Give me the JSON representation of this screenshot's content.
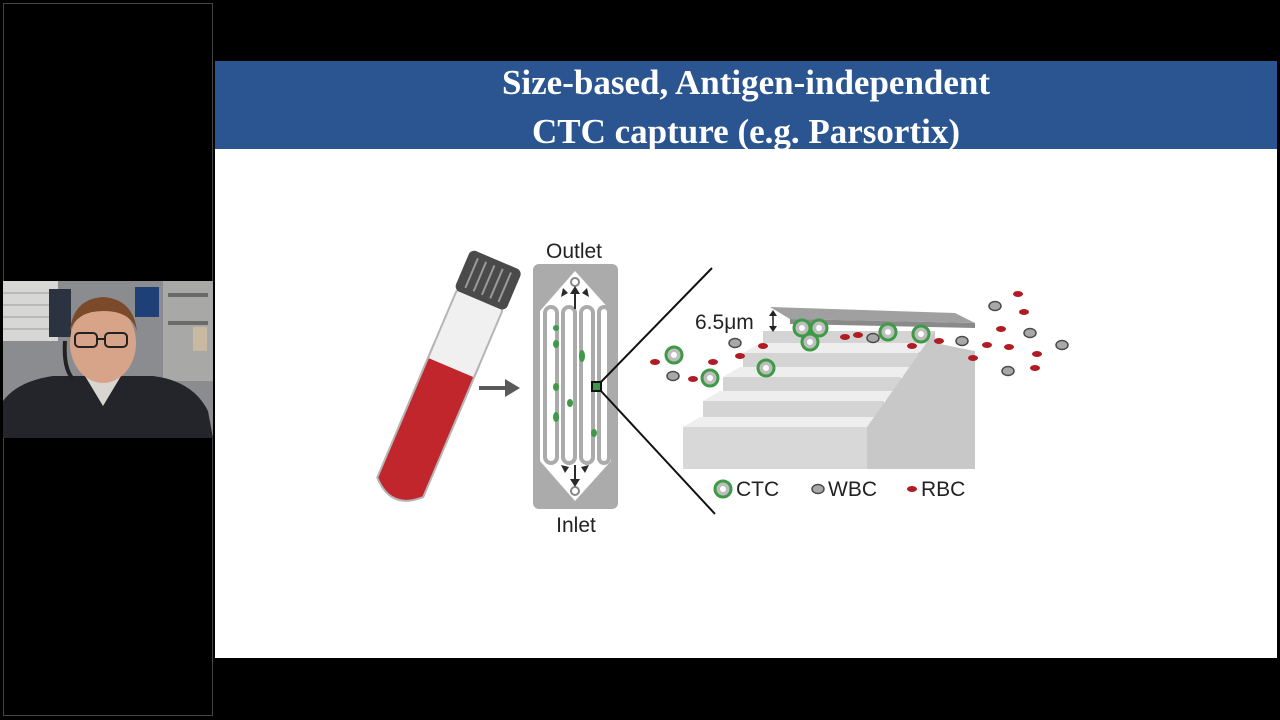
{
  "slide": {
    "title_line1": "Size-based, Antigen-independent",
    "title_line2": "CTC capture (e.g. Parsortix)"
  },
  "figure": {
    "outlet_label": "Outlet",
    "inlet_label": "Inlet",
    "gap_label": "6.5μm",
    "legend": [
      {
        "label": "CTC"
      },
      {
        "label": "WBC"
      },
      {
        "label": "RBC"
      }
    ]
  },
  "colors": {
    "title_bar": "#2a5591",
    "ctc_green": "#3f9a47",
    "rbc_red": "#b01c24",
    "blood": "#c0262c",
    "step_gray": "#d9d9d9"
  }
}
